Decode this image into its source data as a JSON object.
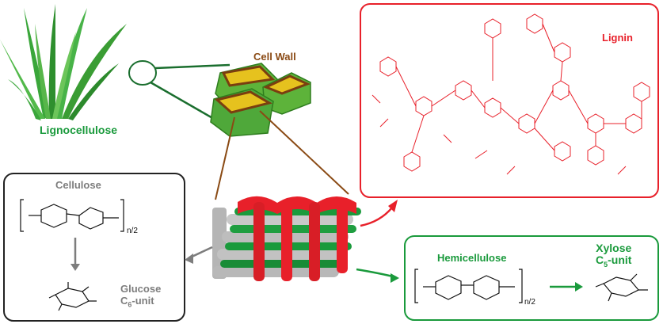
{
  "grass": {
    "label": "Lignocellulose"
  },
  "cell_wall": {
    "label": "Cell Wall"
  },
  "lignin": {
    "label": "Lignin"
  },
  "cellulose": {
    "label": "Cellulose",
    "repeat": "n/2",
    "product": {
      "name": "Glucose",
      "unit_prefix": "C",
      "unit_sub": "6",
      "unit_suffix": "-unit"
    }
  },
  "hemicellulose": {
    "label": "Hemicellulose",
    "repeat": "n/2",
    "product": {
      "name": "Xylose",
      "unit_prefix": "C",
      "unit_sub": "5",
      "unit_suffix": "-unit"
    }
  },
  "colors": {
    "lignin": "#e8202a",
    "hemicellulose": "#1a9a3c",
    "cellulose": "#7d7d7d",
    "cell_wall_brown": "#8a4a14",
    "box_border": "#222222"
  }
}
